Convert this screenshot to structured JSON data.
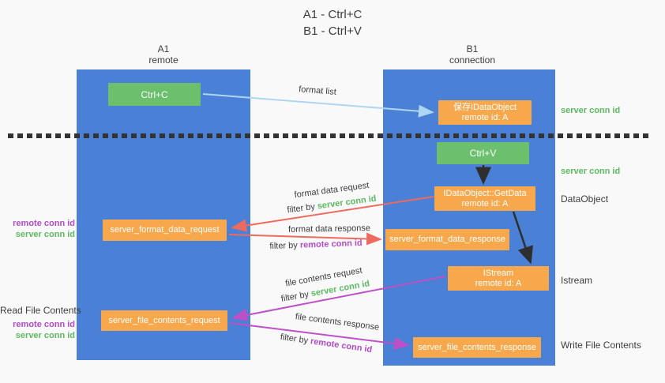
{
  "title": {
    "line1": "A1 - Ctrl+C",
    "line2": "B1 - Ctrl+V"
  },
  "columns": {
    "a1": {
      "name": "A1",
      "subtitle": "remote"
    },
    "b1": {
      "name": "B1",
      "subtitle": "connection"
    }
  },
  "nodes": {
    "ctrl_c": {
      "label": "Ctrl+C"
    },
    "save_idataobject": {
      "line1": "保存IDataObject",
      "line2": "remote id: A"
    },
    "ctrl_v": {
      "label": "Ctrl+V"
    },
    "getdata": {
      "line1": "IDataObject::GetData",
      "line2": "remote id: A"
    },
    "format_request": {
      "label": "server_format_data_request"
    },
    "format_response": {
      "label": "server_format_data_response"
    },
    "istream": {
      "line1": "IStream",
      "line2": "remote id: A"
    },
    "file_request": {
      "label": "server_file_contents_request"
    },
    "file_response": {
      "label": "server_file_contents_response"
    }
  },
  "arrow_labels": {
    "format_list": "format list",
    "format_data_request": "format data request",
    "format_data_response": "format data response",
    "file_contents_request": "file contents request",
    "file_contents_response": "file contents response",
    "filter_prefix": "filter by "
  },
  "ids": {
    "server": "server conn id",
    "remote": "remote conn id"
  },
  "side_labels": {
    "read_file_contents": "Read File Contents",
    "write_file_contents": "Write File Contents",
    "data_object": "DataObject",
    "istream": "Istream"
  },
  "colors": {
    "column_blue": "#4a80d5",
    "box_green": "#6bbf6d",
    "box_orange": "#f8a84c",
    "arrow_light_blue": "#aed6f2",
    "arrow_red": "#ee6a5f",
    "arrow_magenta": "#bd50c6",
    "arrow_black": "#2e2e2e",
    "id_green": "#5cba60",
    "id_purple": "#b44bc8",
    "text_dark": "#3d3d3d"
  }
}
